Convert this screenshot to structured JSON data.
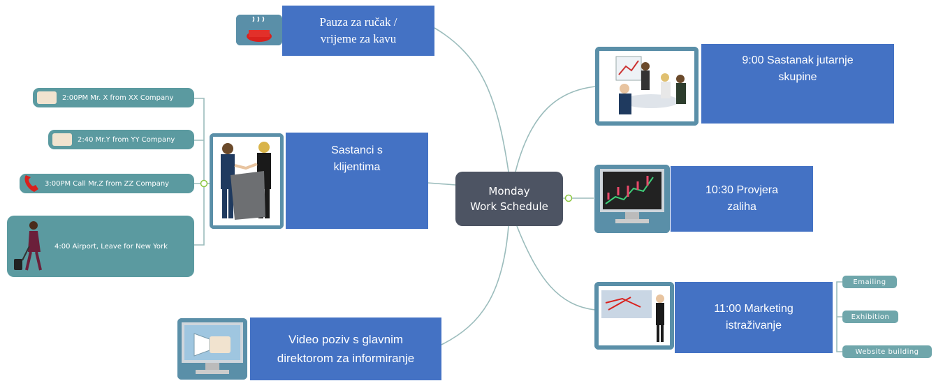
{
  "center": {
    "title": "Monday\nWork Schedule"
  },
  "topics": {
    "lunch": "Pauza za ručak /\nvrijeme za kavu",
    "morning": "9:00 Sastanak jutarnje\nskupine",
    "clients": "Sastanci s\nklijentima",
    "stock": "10:30 Provjera\nzaliha",
    "marketing": "11:00 Marketing\nistraživanje",
    "video": "Video poziv s glavnim\ndirektorom za informiranje"
  },
  "client_meetings": [
    {
      "label": "2:00PM Mr. X from XX Company",
      "icon": "handshake-icon"
    },
    {
      "label": "2:40  Mr.Y from YY Company",
      "icon": "handshake-icon"
    },
    {
      "label": "3:00PM Call  Mr.Z from ZZ Company",
      "icon": "phone-icon"
    },
    {
      "label": "4:00 Airport, Leave for New York",
      "icon": "traveler-icon"
    }
  ],
  "marketing_tasks": [
    "Emailing",
    "Exhibition",
    "Website building"
  ],
  "colors": {
    "topic_box": "#4472c4",
    "center_node": "#4d5463",
    "pill": "#5b9aa0",
    "connector": "#9bbcbc"
  }
}
